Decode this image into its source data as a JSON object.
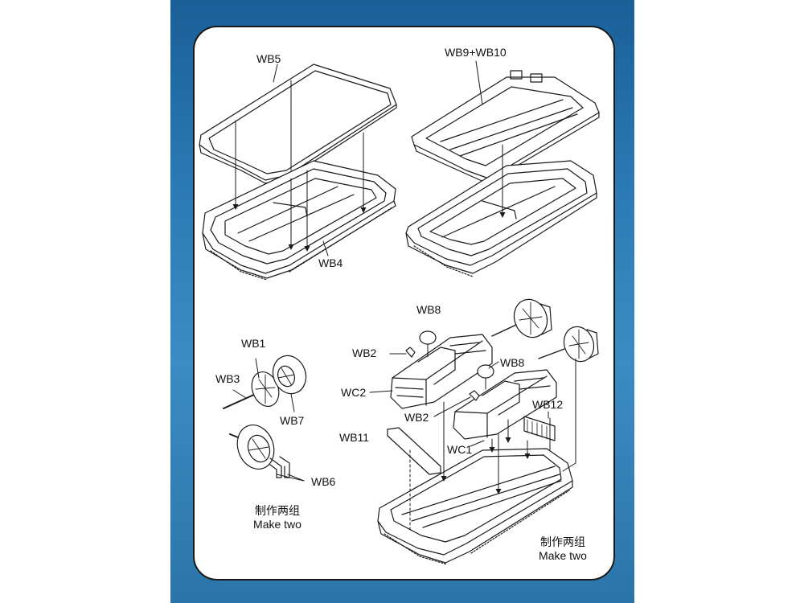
{
  "labels": {
    "wb5": "WB5",
    "wb4": "WB4",
    "wb9_wb10": "WB9+WB10",
    "wb8_top": "WB8",
    "wb8_right": "WB8",
    "wb2_top": "WB2",
    "wb2_bottom": "WB2",
    "wc2": "WC2",
    "wc1": "WC1",
    "wb1": "WB1",
    "wb3": "WB3",
    "wb7": "WB7",
    "wb6": "WB6",
    "wb11": "WB11",
    "wb12": "WB12"
  },
  "notes": {
    "left_cn": "制作两组",
    "left_en": "Make two",
    "right_cn": "制作两组",
    "right_en": "Make two"
  },
  "colors": {
    "backdrop": "#2a79b4",
    "sheet": "#ffffff",
    "line": "#1a1a1a"
  }
}
